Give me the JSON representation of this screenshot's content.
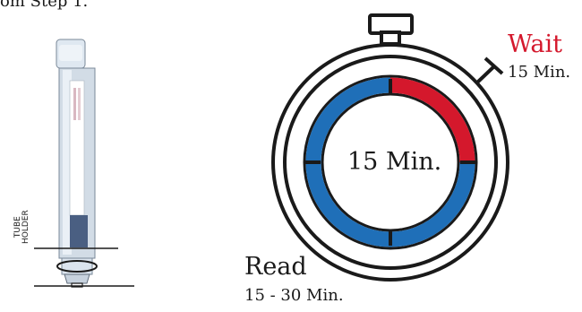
{
  "caption": "om Step 1.",
  "timer": {
    "wait_label": "Wait",
    "wait_duration": "15 Min.",
    "center_duration": "15 Min.",
    "read_label": "Read",
    "read_duration": "15 - 30 Min."
  },
  "tube": {
    "holder_label_line1": "TUBE",
    "holder_label_line2": "HOLDER"
  },
  "colors": {
    "wait_red": "#d4182c",
    "ring_blue": "#1f6fb8",
    "outline": "#1a1a1a",
    "tube_dark": "#4a5f82"
  }
}
